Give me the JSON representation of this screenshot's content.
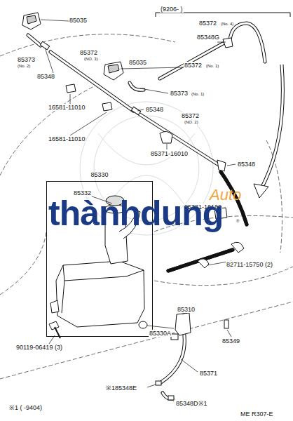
{
  "diagram": {
    "nodes": [
      {
        "text": [
          "85330"
        ]
      }
    ],
    "labels": [
      "(9206-      )",
      "85035",
      "85372",
      "(No. 4)",
      "85348G",
      "85373",
      "(No. 2)",
      "85348",
      "85372",
      "(NO. 3)",
      "85035",
      "85372",
      "(No. 1)",
      "85373",
      "(No. 1)",
      "16581-11010",
      "85348",
      "16581-11010",
      "85372",
      "(NO. 2)",
      "85371-16010",
      "85348",
      "85332",
      "85381-16160",
      "82711-15750 (2)",
      "85310",
      "85330A",
      "90119-06419 (3)",
      "85349",
      "85371",
      "※185348E",
      "85348D※1",
      "※1 (      -9404)",
      "ME R307-E",
      "thànhdung",
      "Auto",
      "®"
    ]
  }
}
